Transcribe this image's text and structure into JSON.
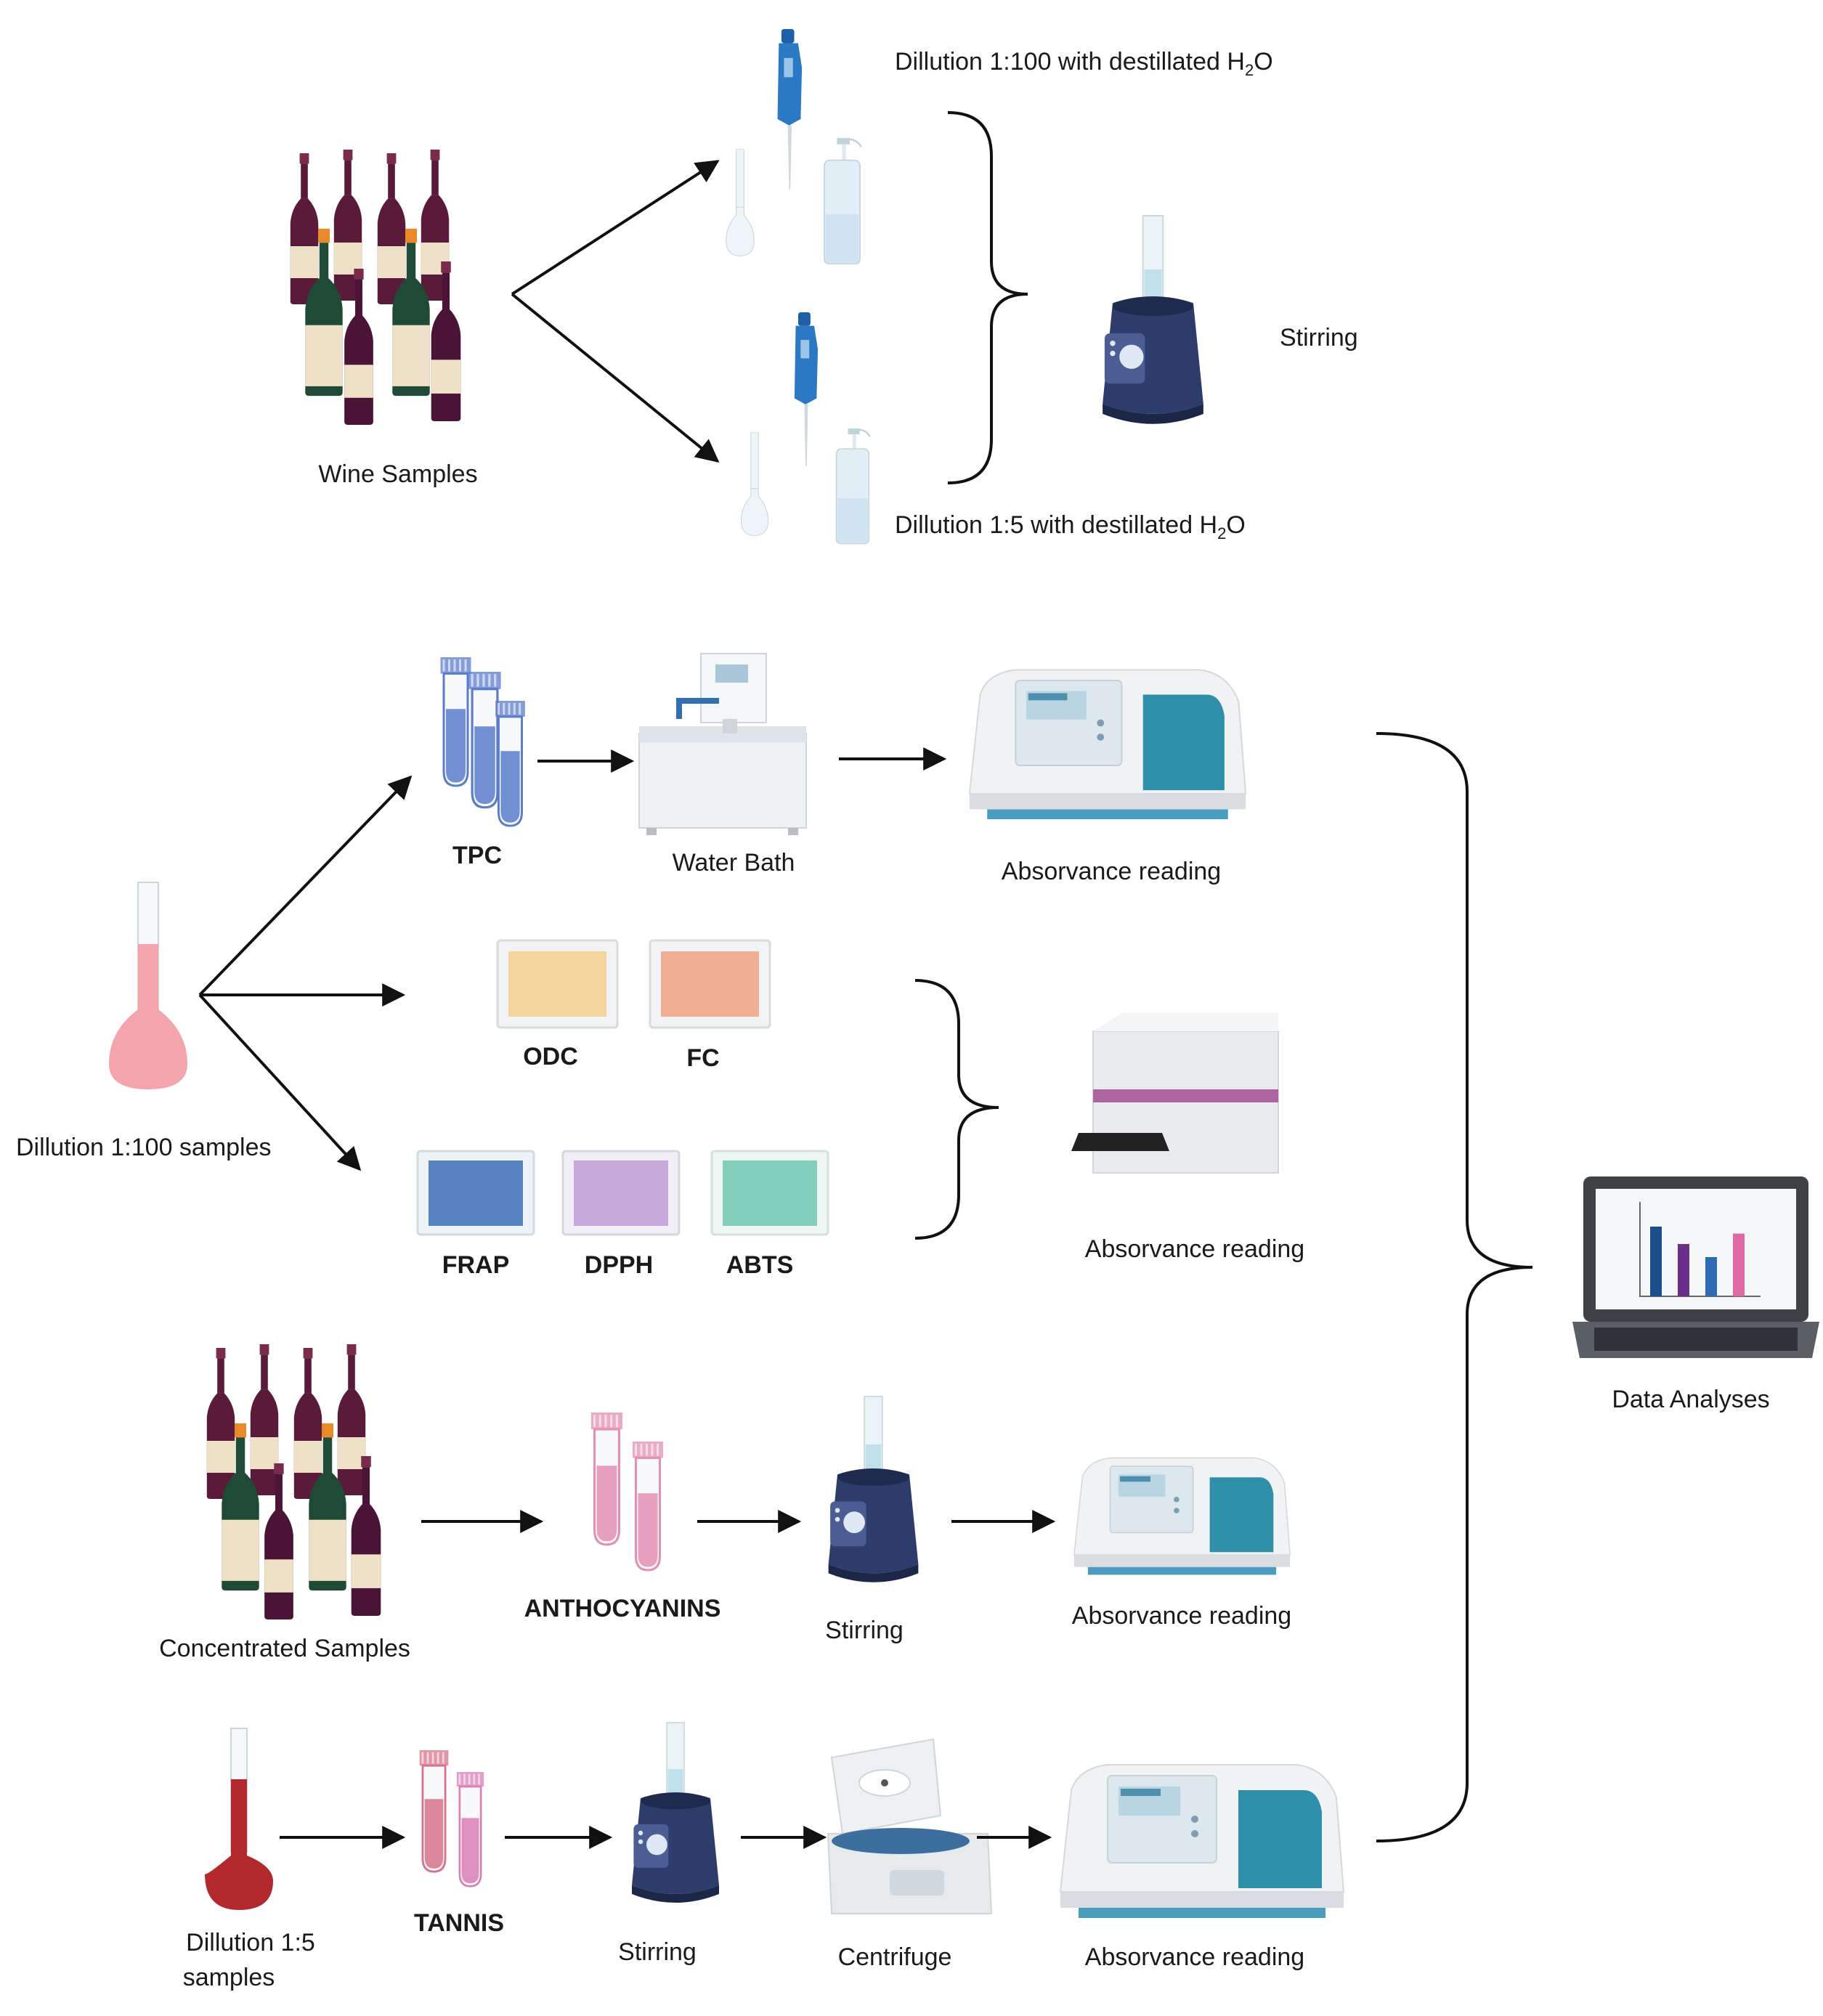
{
  "labels": {
    "wine_samples": "Wine Samples",
    "dilution_100_prefix": "Dillution 1:100 with destillated H",
    "dilution_5_prefix": "Dillution 1:5 with destillated H",
    "h2o_sub": "2",
    "h2o_o": "O",
    "stirring_top": "Stirring",
    "tpc": "TPC",
    "water_bath": "Water Bath",
    "absorbance_1": "Absorvance reading",
    "odc": "ODC",
    "fc": "FC",
    "frap": "FRAP",
    "dpph": "DPPH",
    "abts": "ABTS",
    "absorbance_2": "Absorvance reading",
    "dilution_100_samples": "Dillution 1:100 samples",
    "data_analyses": "Data Analyses",
    "concentrated_samples": "Concentrated Samples",
    "anthocyanins": "ANTHOCYANINS",
    "stirring_mid": "Stirring",
    "absorbance_3": "Absorvance reading",
    "dilution_5_line1": "Dillution 1:5",
    "dilution_5_line2": "samples",
    "tannis": "TANNIS",
    "stirring_bottom": "Stirring",
    "centrifuge": "Centrifuge",
    "absorbance_4": "Absorvance reading"
  },
  "colors": {
    "wine_dark": "#5a1a3a",
    "wine_green": "#1f4a35",
    "bottle_label": "#efe1c8",
    "pink_flask": "#f3a4ad",
    "red_flask": "#b3282d",
    "tube_blue": "#5b7ccc",
    "tube_pink": "#e58fb2",
    "tube_red": "#d6738a",
    "vortex": "#2d3c6b",
    "teal_instrument": "#2f8fa8"
  },
  "laptop_chart": {
    "values": [
      0.8,
      0.6,
      0.45,
      0.72
    ],
    "colors": [
      "#1e4d8c",
      "#6b2f8a",
      "#2f6ab5",
      "#e06aa6"
    ]
  }
}
